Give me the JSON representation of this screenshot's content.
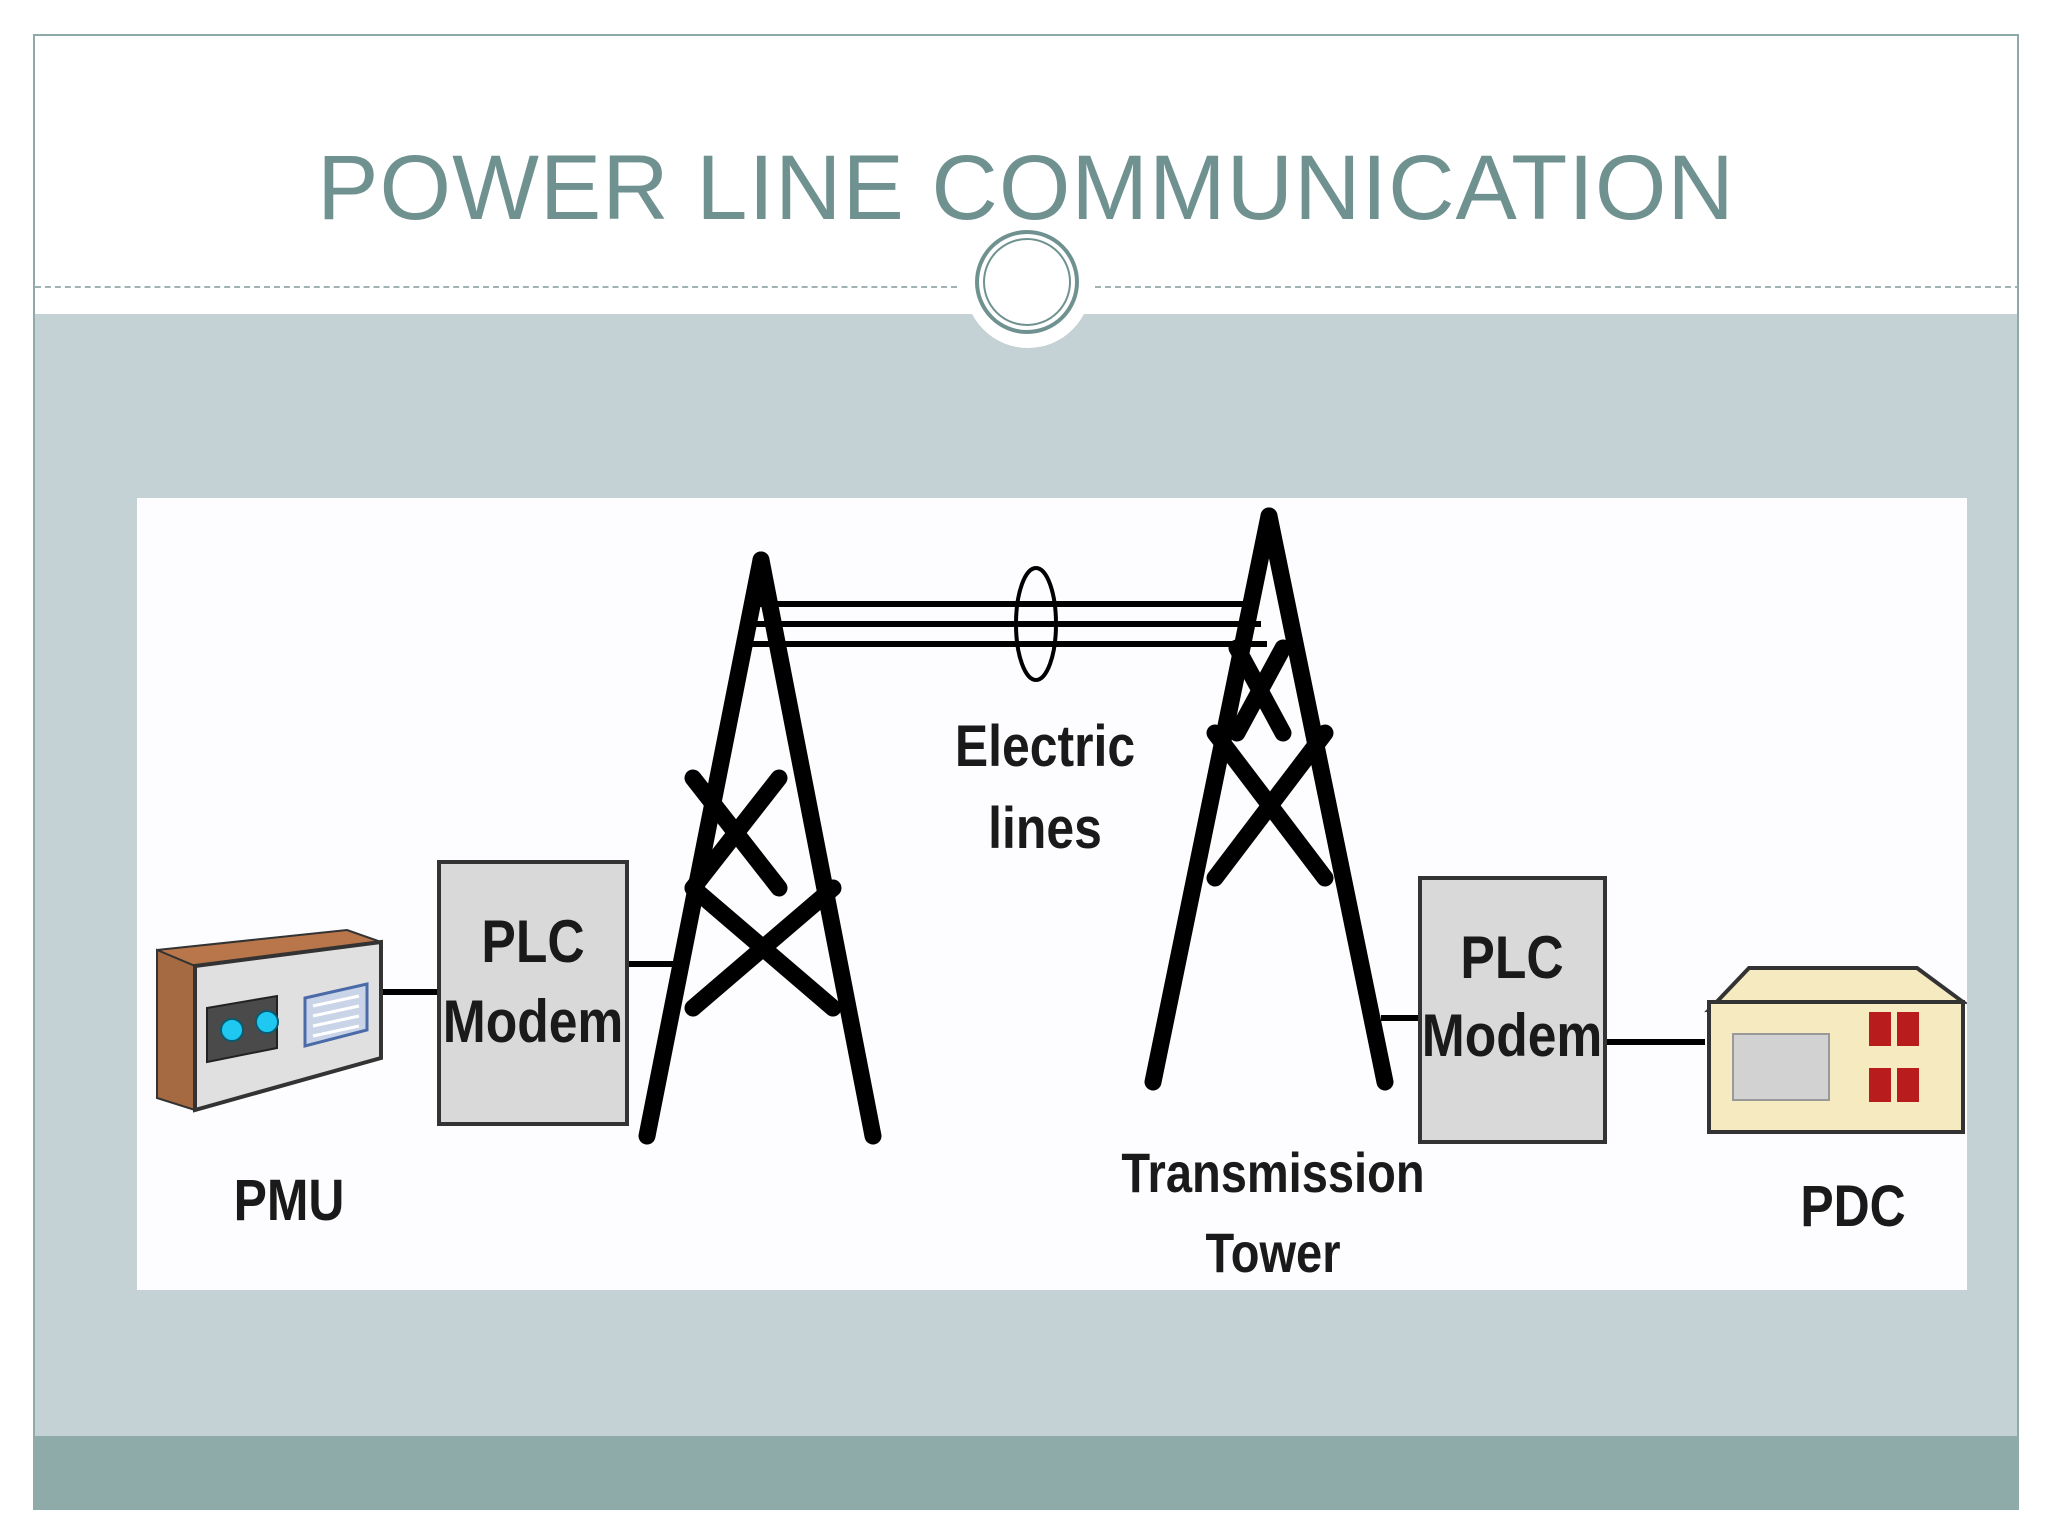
{
  "slide": {
    "title": "POWER LINE COMMUNICATION"
  },
  "diagram": {
    "labels": {
      "pmu": "PMU",
      "plc_left_line1": "PLC",
      "plc_left_line2": "Modem",
      "electric_line1": "Electric",
      "electric_line2": "lines",
      "plc_right_line1": "PLC",
      "plc_right_line2": "Modem",
      "tower_line1": "Transmission",
      "tower_line2": "Tower",
      "pdc": "PDC"
    }
  },
  "colors": {
    "title": "#6f9290",
    "content_band": "#c5d2d5",
    "footer_band": "#8eaaa9",
    "modem_fill": "#d9d9d9",
    "pdc_fill": "#f6eac0",
    "pdc_buttons": "#b81c1c",
    "pmu_lights": "#1ec8f0"
  },
  "icons": {
    "ornament": "double-circle-ornament-icon",
    "pmu": "pmu-device-icon",
    "pdc": "pdc-device-icon",
    "tower": "transmission-tower-icon"
  }
}
